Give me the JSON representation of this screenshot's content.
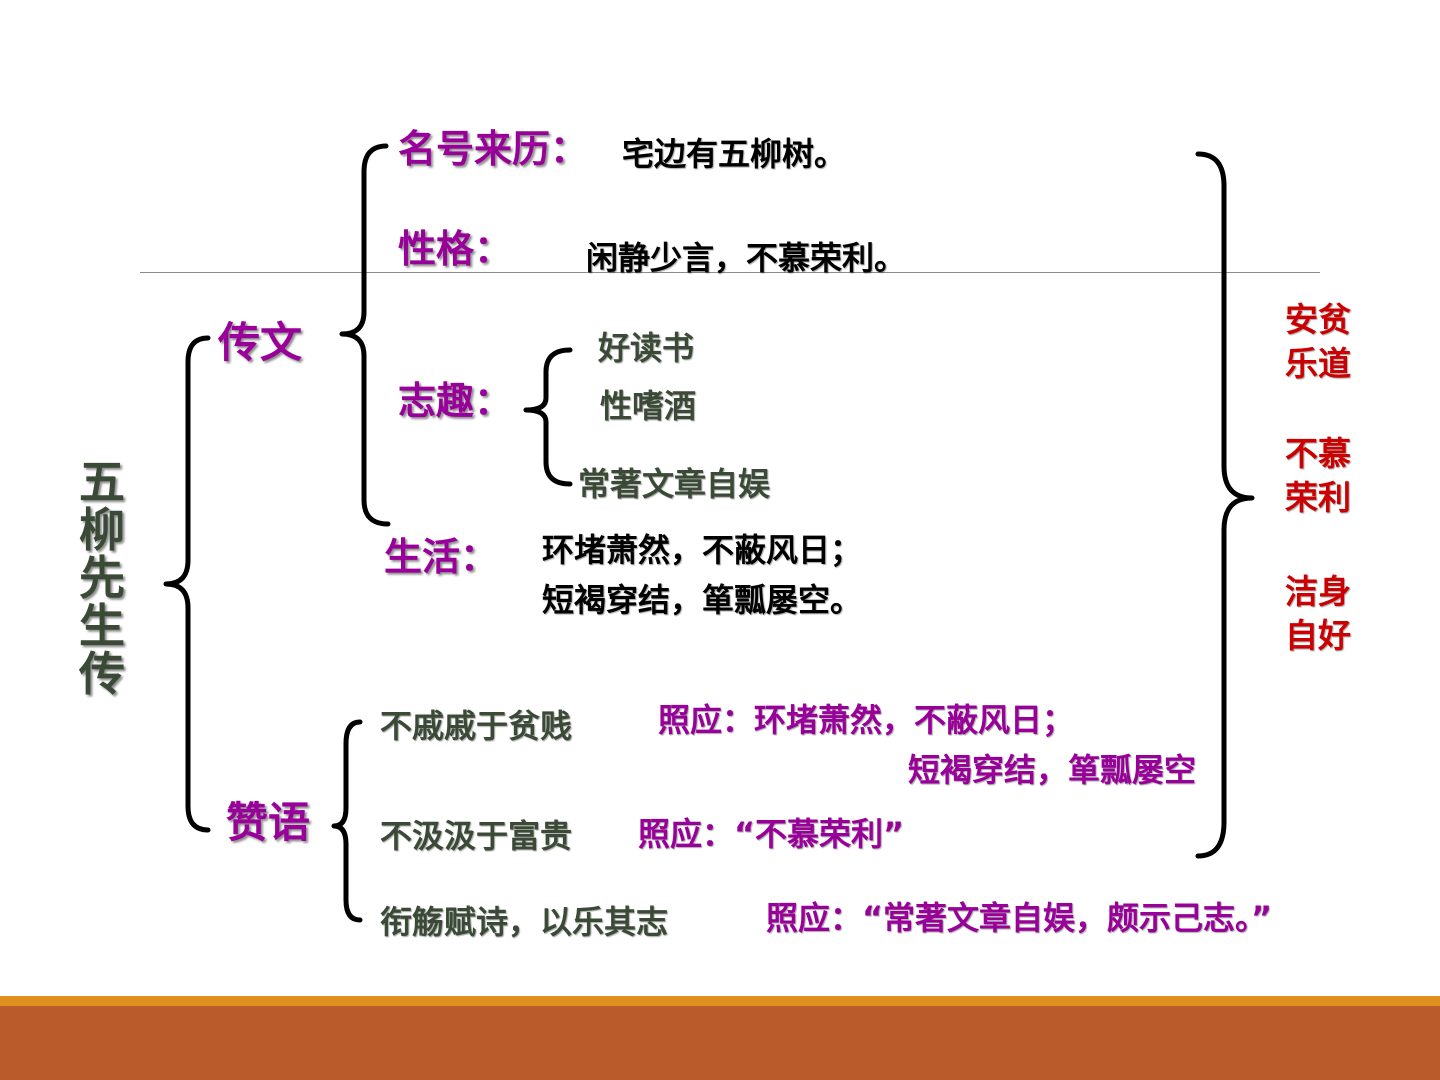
{
  "title": "五柳先生传",
  "branches": {
    "biography": "传文",
    "praise": "赞语"
  },
  "biography": {
    "name_origin": {
      "label": "名号来历：",
      "text": "宅边有五柳树。"
    },
    "character": {
      "label": "性格：",
      "text": "闲静少言，不慕荣利。"
    },
    "interests": {
      "label": "志趣：",
      "items": [
        "好读书",
        "性嗜酒",
        "常著文章自娱"
      ]
    },
    "life": {
      "label": "生活：",
      "line1": "环堵萧然，不蔽风日；",
      "line2": "短褐穿结，箪瓢屡空。"
    }
  },
  "praise": {
    "items": [
      {
        "text": "不戚戚于贫贱",
        "echo1": "照应：环堵萧然，不蔽风日；",
        "echo2": "短褐穿结，箪瓢屡空"
      },
      {
        "text": "不汲汲于富贵",
        "echo1": "照应：“不慕荣利”"
      },
      {
        "text": "衔觞赋诗，以乐其志",
        "echo1": "照应：“常著文章自娱，颇示己志。”"
      }
    ]
  },
  "summary": [
    "安贫\n乐道",
    "不慕\n荣利",
    "洁身\n自好"
  ],
  "colors": {
    "heading": "#990099",
    "summary": "#cc0000",
    "olive_text": "#3b4a36",
    "footer_bar": "#b95b2a",
    "footer_stripe": "#e0901e"
  }
}
